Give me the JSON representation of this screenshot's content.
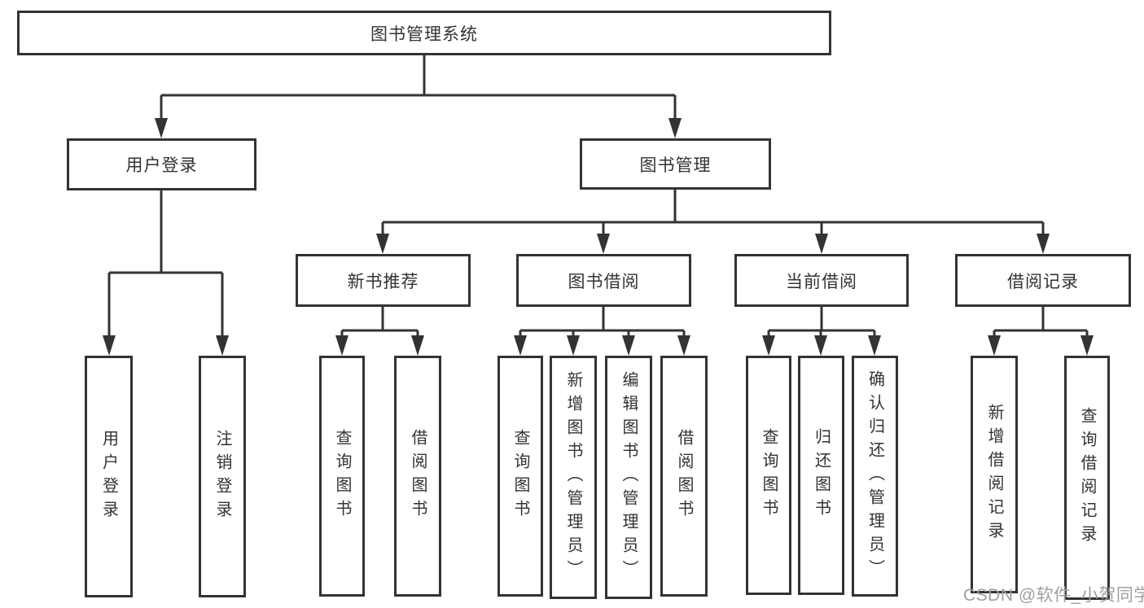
{
  "diagram": {
    "root": "图书管理系统",
    "level2": {
      "user_login_group": "用户登录",
      "book_management": "图书管理"
    },
    "level3": {
      "new_book_recommendation": "新书推荐",
      "book_borrowing": "图书借阅",
      "current_borrowing": "当前借阅",
      "borrowing_records": "借阅记录"
    },
    "leaves": {
      "user_login": "用户登录",
      "logout": "注销登录",
      "rec_query_books": "查询图书",
      "rec_borrow_books": "借阅图书",
      "bb_query_books": "查询图书",
      "bb_add_books_admin": "新增图书（管理员）",
      "bb_edit_books_admin": "编辑图书（管理员）",
      "bb_borrow_books": "借阅图书",
      "cb_query_books": "查询图书",
      "cb_return_books": "归还图书",
      "cb_confirm_return_admin": "确认归还（管理员）",
      "br_add_record": "新增借阅记录",
      "br_query_record": "查询借阅记录"
    }
  },
  "watermark": "CSDN @软件_小贺同学",
  "colors": {
    "line": "#333333",
    "text": "#333333",
    "box_background": "#ffffff",
    "watermark_text": "#9f9f9f"
  }
}
